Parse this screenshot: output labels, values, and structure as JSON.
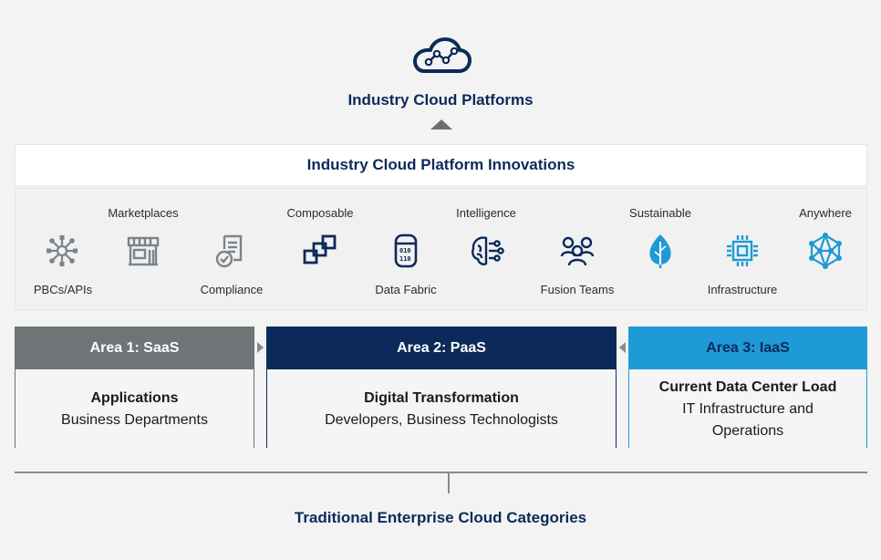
{
  "top": {
    "icon": "cloud-network-icon",
    "title": "Industry Cloud Platforms"
  },
  "innovations": {
    "title": "Industry Cloud Platform Innovations",
    "items": [
      {
        "label": "PBCs/APIs",
        "icon": "api-hub-icon",
        "label_pos": "below",
        "color": "#7b8389"
      },
      {
        "label": "Marketplaces",
        "icon": "storefront-icon",
        "label_pos": "above",
        "color": "#7b8389"
      },
      {
        "label": "Compliance",
        "icon": "document-check-icon",
        "label_pos": "below",
        "color": "#7b8389"
      },
      {
        "label": "Composable",
        "icon": "stacked-squares-icon",
        "label_pos": "above",
        "color": "#0b2a5a"
      },
      {
        "label": "Data Fabric",
        "icon": "database-icon",
        "label_pos": "below",
        "color": "#0b2a5a"
      },
      {
        "label": "Intelligence",
        "icon": "ai-brain-icon",
        "label_pos": "above",
        "color": "#0b2a5a"
      },
      {
        "label": "Fusion Teams",
        "icon": "team-icon",
        "label_pos": "below",
        "color": "#0b2a5a"
      },
      {
        "label": "Sustainable",
        "icon": "leaf-icon",
        "label_pos": "above",
        "color": "#1e9ad6"
      },
      {
        "label": "Infrastructure",
        "icon": "chip-icon",
        "label_pos": "below",
        "color": "#1e9ad6"
      },
      {
        "label": "Anywhere",
        "icon": "network-mesh-icon",
        "label_pos": "above",
        "color": "#1e9ad6"
      }
    ]
  },
  "areas": [
    {
      "head": "Area 1: SaaS",
      "line1": "Applications",
      "line2": "Business Departments",
      "color": "#6f7477"
    },
    {
      "head": "Area 2: PaaS",
      "line1": "Digital Transformation",
      "line2": "Developers, Business Technologists",
      "color": "#0b2a5a"
    },
    {
      "head": "Area 3: IaaS",
      "line1": "Current Data Center Load",
      "line2": "IT Infrastructure and Operations",
      "color": "#1e9ad6"
    }
  ],
  "bottom": {
    "title": "Traditional Enterprise Cloud Categories"
  }
}
